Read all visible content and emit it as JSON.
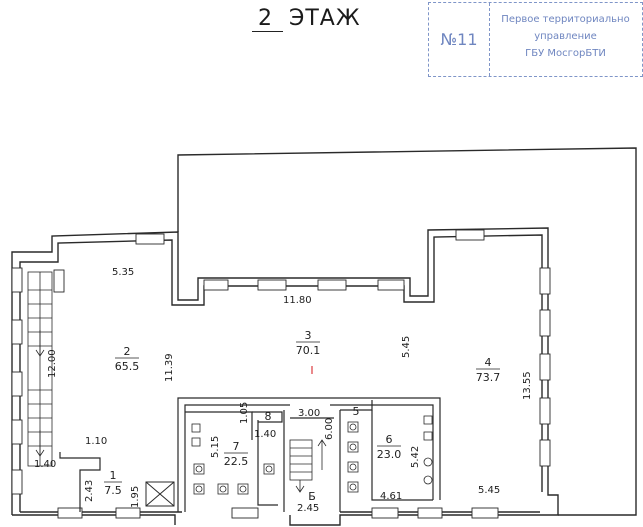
{
  "header": {
    "floor_number": "2",
    "floor_label": "ЭТАЖ"
  },
  "stamp": {
    "number": "№11",
    "org_lines": [
      "Первое территориально",
      "управление",
      "ГБУ МосгорБТИ"
    ],
    "color": "#7f95c8"
  },
  "rooms": [
    {
      "id": "2",
      "area": "65.5"
    },
    {
      "id": "3",
      "area": "70.1"
    },
    {
      "id": "4",
      "area": "73.7"
    },
    {
      "id": "1",
      "area": "7.5"
    },
    {
      "id": "7",
      "area": "22.5"
    },
    {
      "id": "6",
      "area": "23.0"
    },
    {
      "id": "8",
      "area": ""
    },
    {
      "id": "5",
      "area": ""
    },
    {
      "id": "Б",
      "area": ""
    }
  ],
  "dimensions": [
    "5.35",
    "11.80",
    "5.45",
    "11.39",
    "12.00",
    "13.55",
    "1.10",
    "1.40",
    "2.43",
    "1.95",
    "5.15",
    "1.05",
    "1.40",
    "3.00",
    "6.00",
    "5.42",
    "4.61",
    "5.45",
    "2.45"
  ],
  "markers": [
    "I"
  ]
}
